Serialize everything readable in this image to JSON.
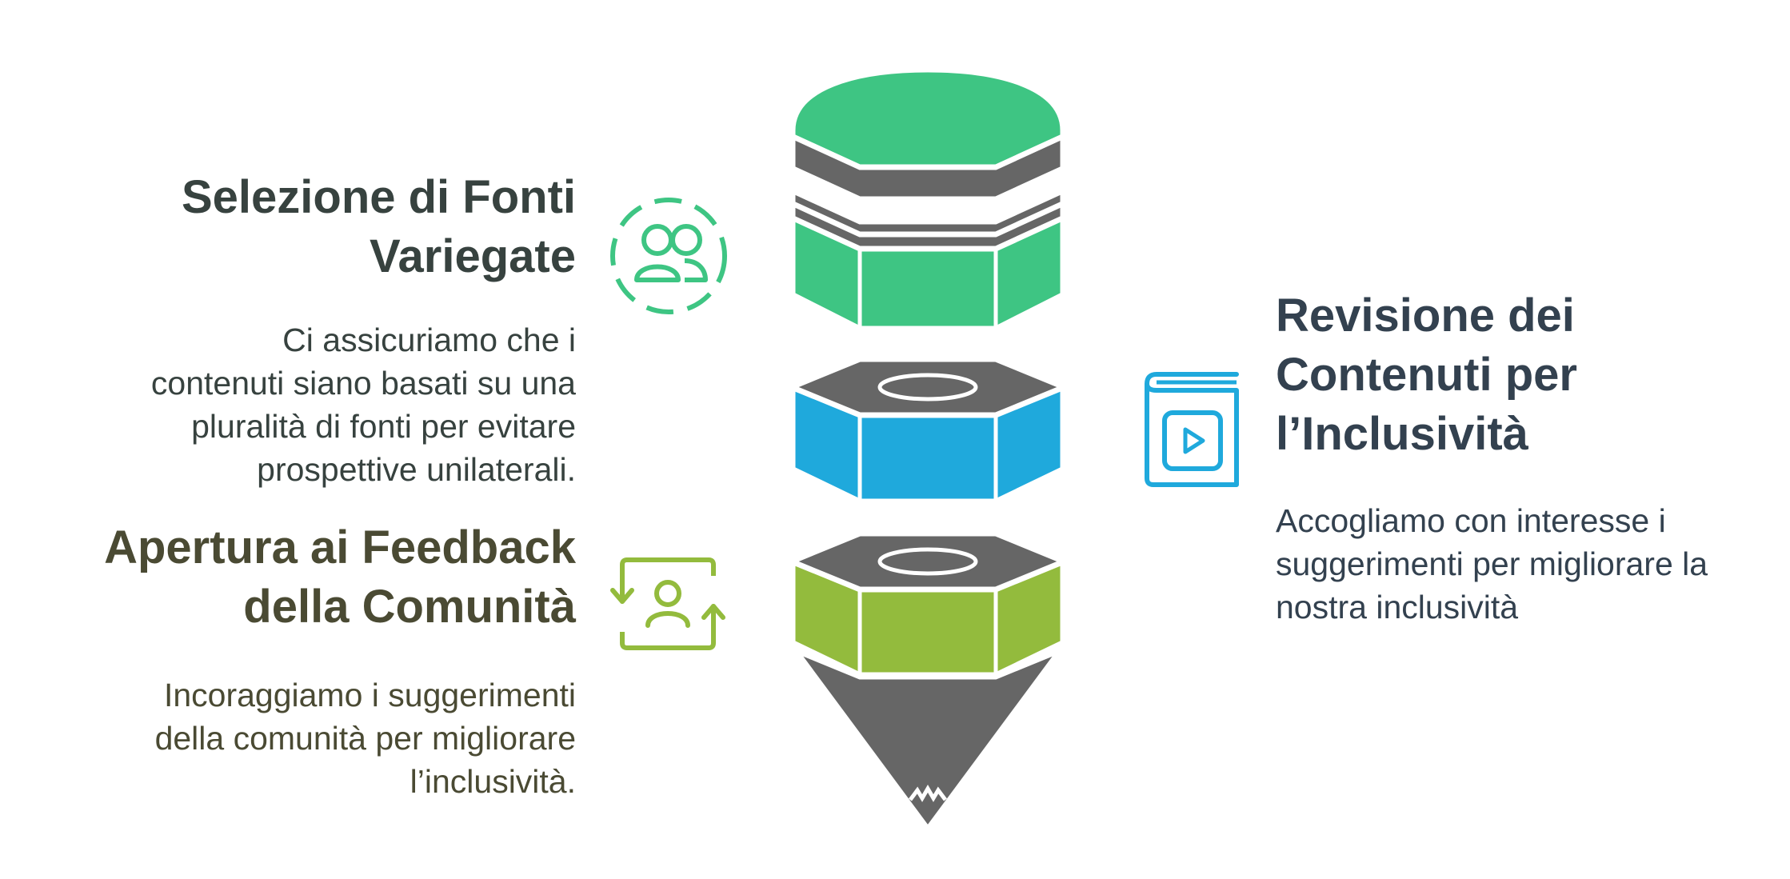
{
  "sections": [
    {
      "title": "Selezione di Fonti Variegate",
      "title_lines": [
        "Selezione di Fonti",
        "Variegate"
      ],
      "description_lines": [
        "Ci assicuriamo che i",
        "contenuti siano basati su una",
        "pluralità di fonti per evitare",
        "prospettive unilaterali."
      ],
      "icon": "users-icon",
      "color": "#3ec583"
    },
    {
      "title": "Apertura ai Feedback della Comunità",
      "title_lines": [
        "Apertura ai Feedback",
        "della Comunità"
      ],
      "description_lines": [
        "Incoraggiamo i suggerimenti",
        "della comunità per migliorare",
        "l’inclusività."
      ],
      "icon": "user-refresh-icon",
      "color": "#93bb3d"
    },
    {
      "title": "Revisione dei Contenuti per l’Inclusività",
      "title_lines": [
        "Revisione dei",
        "Contenuti per",
        "l’Inclusività"
      ],
      "description_lines": [
        "Accogliamo con interesse i",
        "suggerimenti per migliorare la",
        "nostra inclusività"
      ],
      "icon": "video-book-icon",
      "color": "#1fa9dc"
    }
  ],
  "colors": {
    "green": "#3ec583",
    "blue": "#1fa9dc",
    "lime": "#93bb3d",
    "gray": "#666666"
  }
}
